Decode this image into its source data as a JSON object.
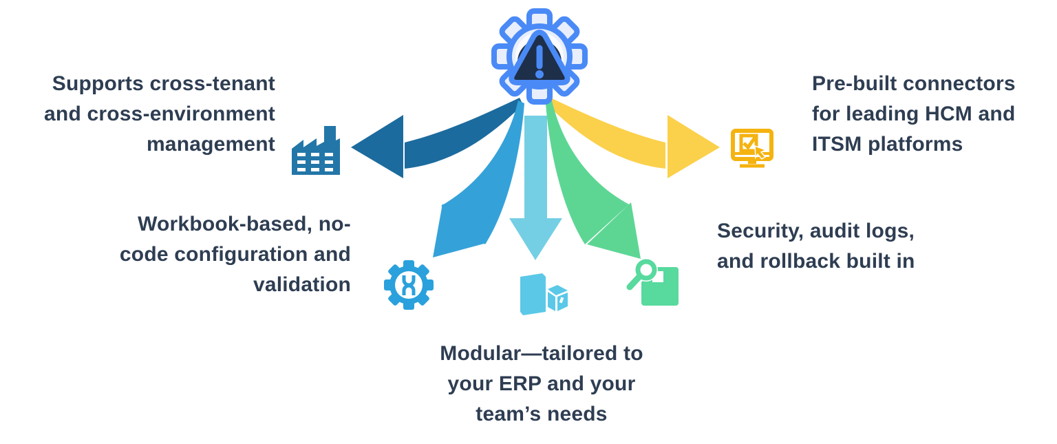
{
  "title": "ERP management tool feature diagram",
  "colors": {
    "text": "#2e3d52",
    "navy": "#1e2f4a",
    "gear_blue": "#4a8af6",
    "gear_fill": "#e8eefc",
    "gear_inner": "#f9fbff",
    "arrow_left": "#1c6b9e",
    "arrow_down_left": "#34a2d9",
    "arrow_down": "#74cfe4",
    "arrow_down_right": "#5dd694",
    "arrow_right": "#fbd04b",
    "icon_factory": "#2376a8",
    "icon_gear_wrench": "#2aa1dc",
    "icon_boxes": "#5bc8e8",
    "icon_box_magnifier": "#58d99e",
    "icon_monitor": "#f5b310"
  },
  "center_icon": "gear-warning",
  "features": [
    {
      "id": "cross-tenant",
      "icon": "factory-icon",
      "lines": [
        "Supports cross-tenant",
        "and cross-environment",
        "management"
      ]
    },
    {
      "id": "workbook",
      "icon": "gear-wrench-icon",
      "lines": [
        "Workbook-based, no-",
        "code configuration and",
        "validation"
      ]
    },
    {
      "id": "modular",
      "icon": "boxes-icon",
      "lines": [
        "Modular—tailored to",
        "your ERP and your",
        "team’s needs"
      ]
    },
    {
      "id": "security",
      "icon": "box-magnifier-icon",
      "lines": [
        "Security, audit logs,",
        "and rollback built in"
      ]
    },
    {
      "id": "connectors",
      "icon": "monitor-check-icon",
      "lines": [
        "Pre-built connectors",
        "for leading HCM and",
        "ITSM platforms"
      ]
    }
  ]
}
